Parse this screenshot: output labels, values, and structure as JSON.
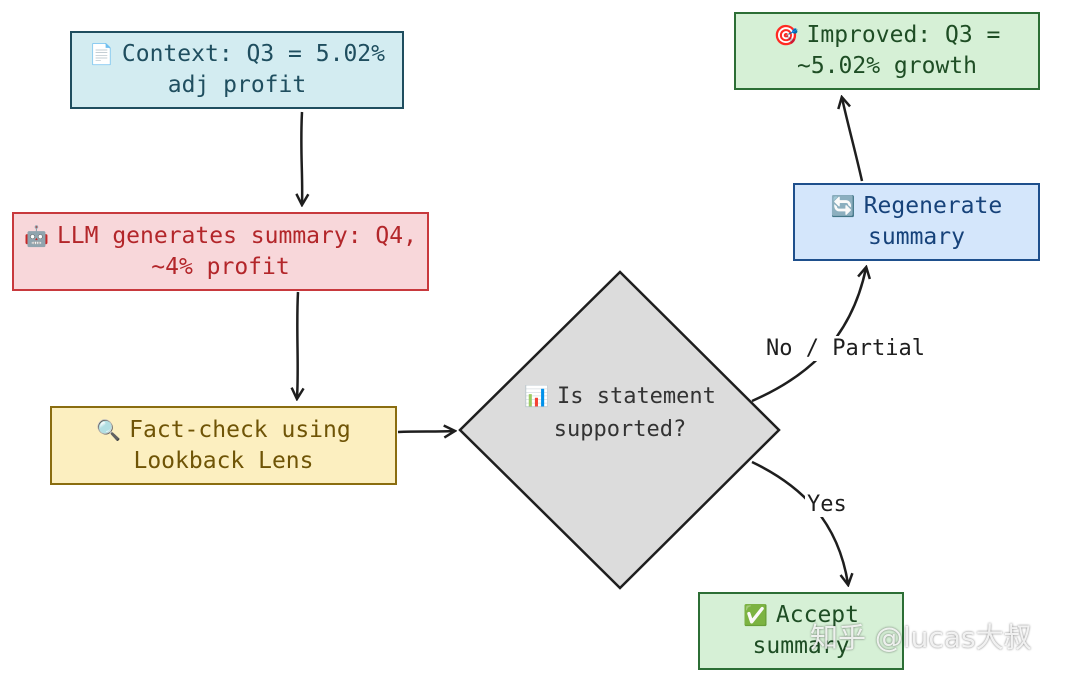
{
  "nodes": {
    "context": {
      "icon": "📄",
      "text": "Context: Q3 = 5.02% adj profit"
    },
    "llm": {
      "icon": "🤖",
      "text": "LLM generates summary: Q4, ~4% profit"
    },
    "factcheck": {
      "icon": "🔍",
      "text": "Fact-check using Lookback Lens"
    },
    "decision": {
      "icon": "📊",
      "text": "Is statement supported?"
    },
    "regenerate": {
      "icon": "🔄",
      "text": "Regenerate summary"
    },
    "improved": {
      "icon": "🎯",
      "text": "Improved: Q3 = ~5.02% growth"
    },
    "accept": {
      "icon": "✅",
      "text": "Accept summary"
    }
  },
  "edges": {
    "no_partial": "No / Partial",
    "yes": "Yes"
  },
  "watermark": "知乎 @lucas大叔",
  "colors": {
    "context_fill": "#d3ecf1",
    "llm_fill": "#f8d7da",
    "factcheck_fill": "#fcefc0",
    "decision_fill": "#dcdcdc",
    "regenerate_fill": "#d4e6fb",
    "result_fill": "#d6f0d6"
  },
  "icon_names": {
    "context": "document-icon",
    "llm": "robot-icon",
    "factcheck": "magnifier-icon",
    "decision": "bar-chart-icon",
    "regenerate": "refresh-icon",
    "improved": "target-icon",
    "accept": "checkmark-icon"
  }
}
